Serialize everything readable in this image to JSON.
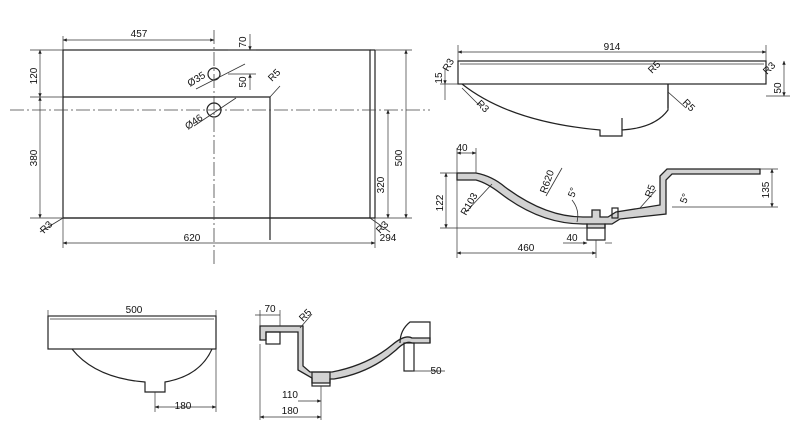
{
  "views": {
    "top_plan": {
      "dims": {
        "d457": "457",
        "d70": "70",
        "d120": "120",
        "d50": "50",
        "d380": "380",
        "d500": "500",
        "d320": "320",
        "d620": "620",
        "d294": "294",
        "d35": "Ø35",
        "d46": "Ø46",
        "r5": "R5",
        "r3a": "R3",
        "r3b": "R3"
      }
    },
    "front_view": {
      "dims": {
        "d914": "914",
        "d15": "15",
        "d50": "50",
        "r3a": "R3",
        "r5a": "R5",
        "r3b": "R3",
        "r3c": "R3",
        "r5b": "R5"
      }
    },
    "section_long": {
      "dims": {
        "d40a": "40",
        "d122": "122",
        "r103": "R103",
        "r620": "R620",
        "ang5a": "5°",
        "r5": "R5",
        "d135": "135",
        "ang5b": "5°",
        "d40b": "40",
        "d460": "460"
      }
    },
    "side_view": {
      "dims": {
        "d500": "500",
        "d180": "180"
      }
    },
    "section_short": {
      "dims": {
        "d70": "70",
        "r5": "R5",
        "d50": "50",
        "d110": "110",
        "d180": "180"
      }
    }
  }
}
